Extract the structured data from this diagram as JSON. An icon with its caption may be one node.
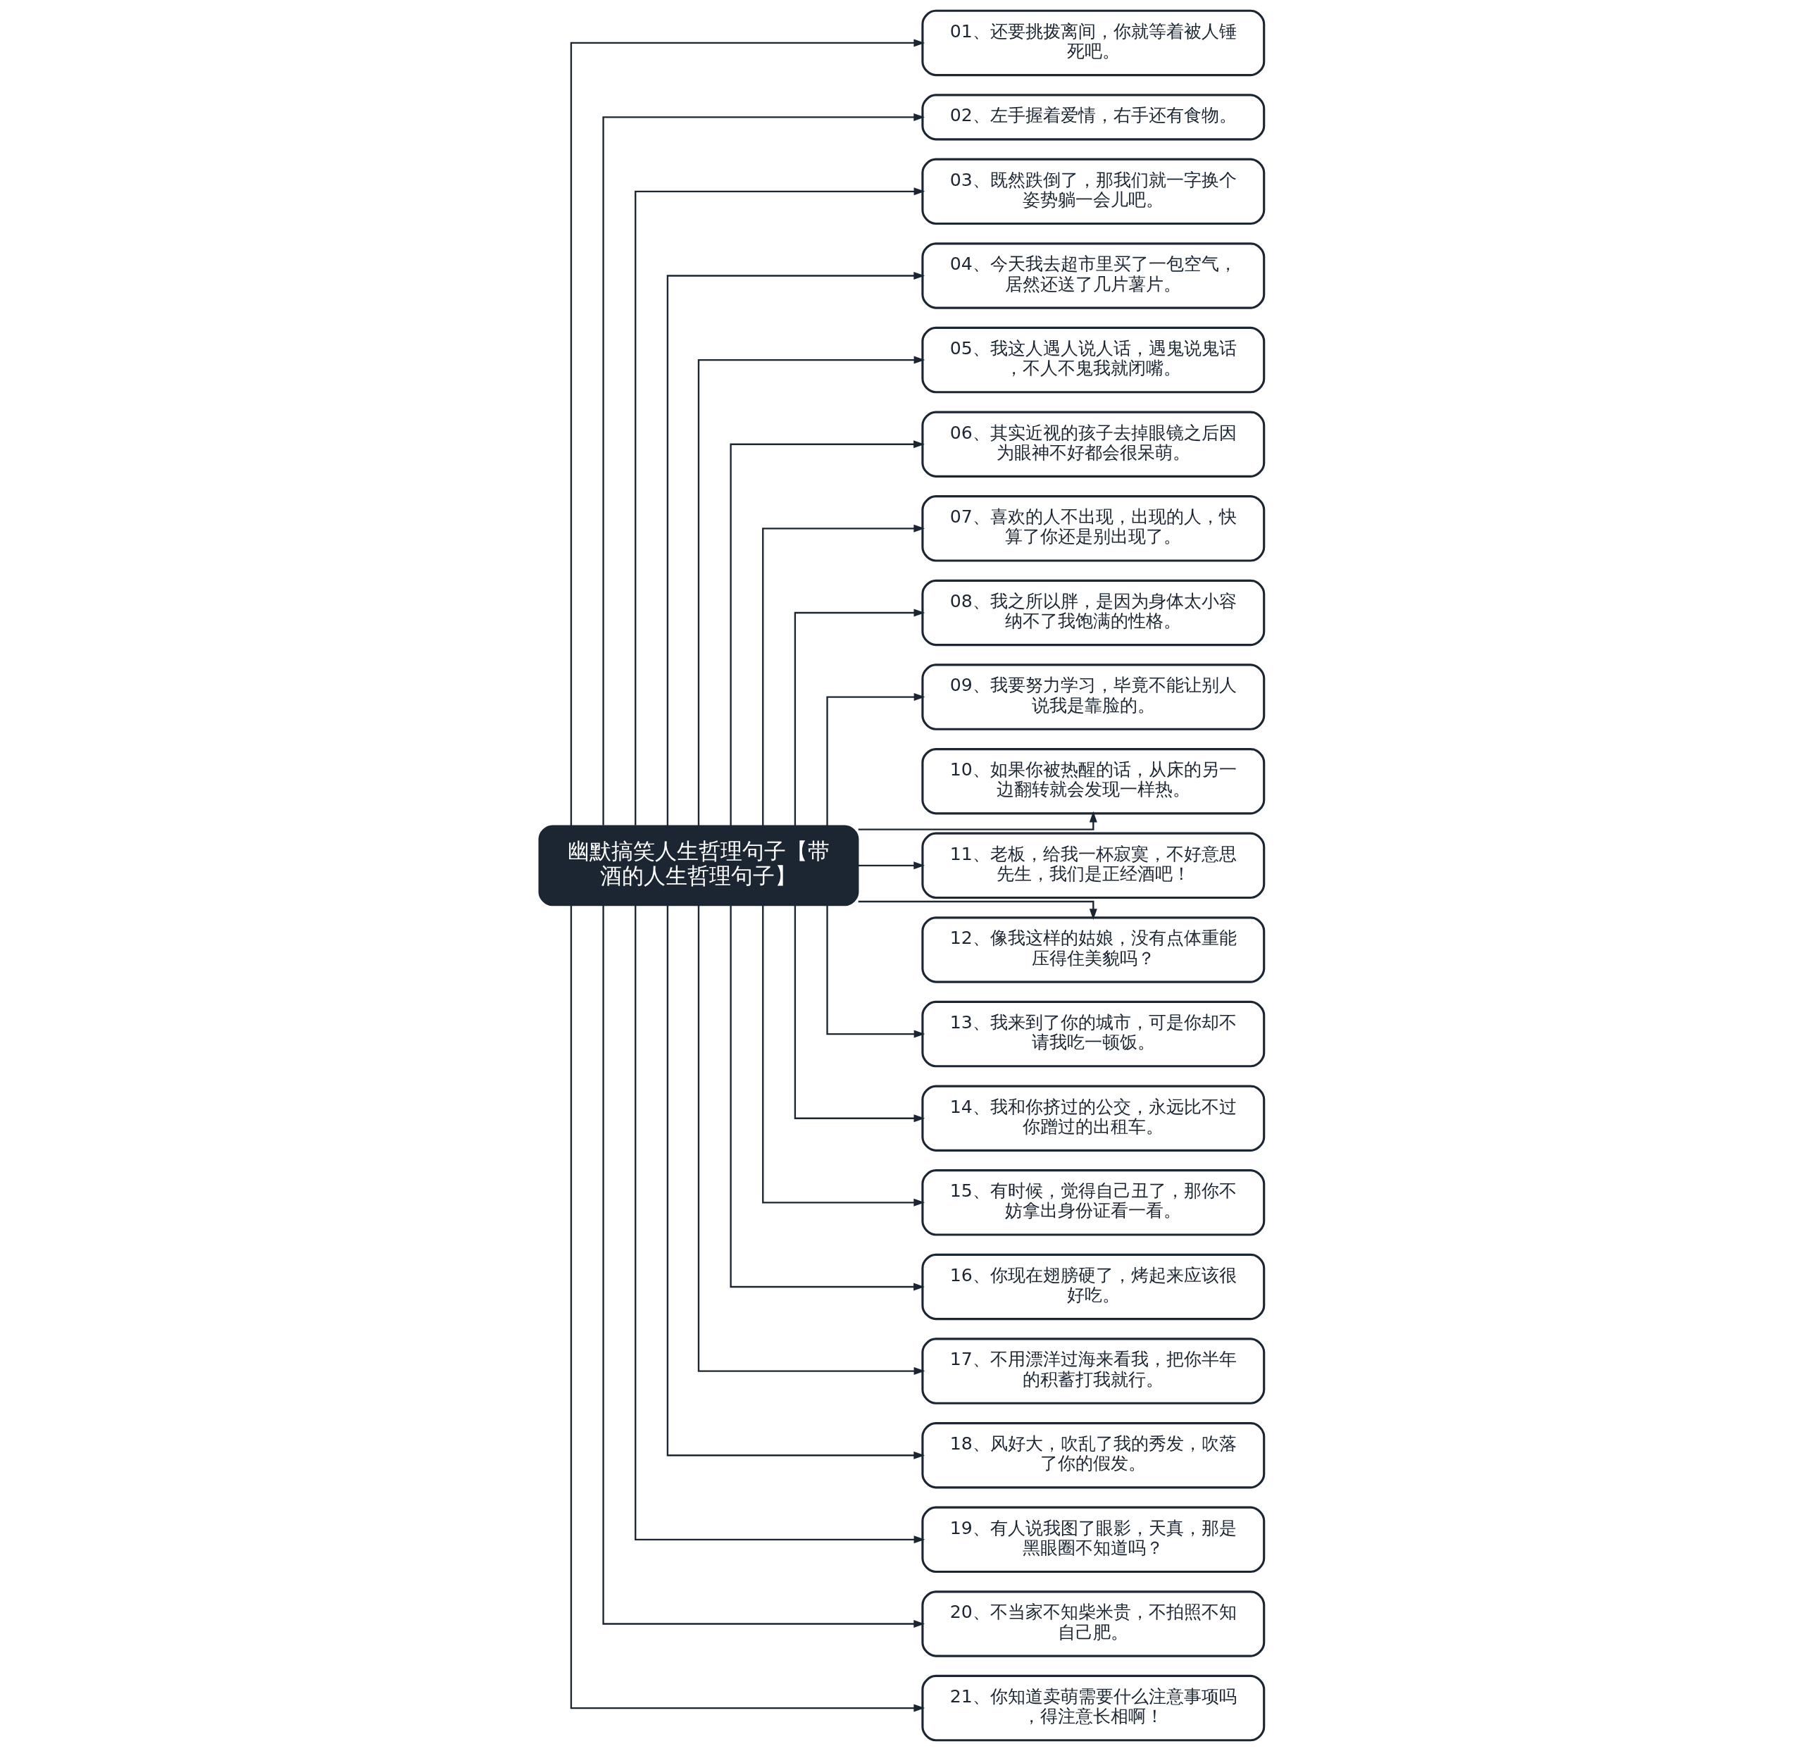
{
  "diagram": {
    "nodes": [
      {
        "text": [
          "幽默搞笑人生哲理句子【带酒的人生哲理句子】"
        ]
      },
      {
        "text": [
          "01、还要挑拨离间，你就等着被人锤死吧。"
        ]
      },
      {
        "text": [
          "02、左手握着爱情，右手还有食物。"
        ]
      },
      {
        "text": [
          "03、既然跌倒了，那我们就一字换个姿势躺一会儿吧。"
        ]
      },
      {
        "text": [
          "04、今天我去超市里买了一包空气，居然还送了几片薯片。"
        ]
      },
      {
        "text": [
          "05、我这人遇人说人话，遇鬼说鬼话，不人不鬼我就闭嘴。"
        ]
      },
      {
        "text": [
          "06、其实近视的孩子去掉眼镜之后因为眼神不好都会很呆萌。"
        ]
      },
      {
        "text": [
          "07、喜欢的人不出现，出现的人，快算了你还是别出现了。"
        ]
      },
      {
        "text": [
          "08、我之所以胖，是因为身体太小容纳不了我饱满的性格。"
        ]
      },
      {
        "text": [
          "09、我要努力学习，毕竟不能让别人说我是靠脸的。"
        ]
      },
      {
        "text": [
          "10、如果你被热醒的话，从床的另一边翻转就会发现一样热。"
        ]
      },
      {
        "text": [
          "11、老板，给我一杯寂寞，不好意思先生，我们是正经酒吧！"
        ]
      },
      {
        "text": [
          "12、像我这样的姑娘，没有点体重能压得住美貌吗？"
        ]
      },
      {
        "text": [
          "13、我来到了你的城市，可是你却不请我吃一顿饭。"
        ]
      },
      {
        "text": [
          "14、我和你挤过的公交，永远比不过你蹭过的出租车。"
        ]
      },
      {
        "text": [
          "15、有时候，觉得自己丑了，那你不妨拿出身份证看一看。"
        ]
      },
      {
        "text": [
          "16、你现在翅膀硬了，烤起来应该很好吃。"
        ]
      },
      {
        "text": [
          "17、不用漂洋过海来看我，把你半年的积蓄打我就行。"
        ]
      },
      {
        "text": [
          "18、风好大，吹乱了我的秀发，吹落了你的假发。"
        ]
      },
      {
        "text": [
          "19、有人说我图了眼影，天真，那是黑眼圈不知道吗？"
        ]
      },
      {
        "text": [
          "20、不当家不知柴米贵，不拍照不知自己肥。"
        ]
      },
      {
        "text": [
          "21、你知道卖萌需要什么注意事项吗，得注意长相啊！"
        ]
      }
    ],
    "edges": [
      {
        "from": 0,
        "to": 1,
        "arrow": "to"
      },
      {
        "from": 0,
        "to": 2,
        "arrow": "to"
      },
      {
        "from": 0,
        "to": 3,
        "arrow": "to"
      },
      {
        "from": 0,
        "to": 4,
        "arrow": "to"
      },
      {
        "from": 0,
        "to": 5,
        "arrow": "to"
      },
      {
        "from": 0,
        "to": 6,
        "arrow": "to"
      },
      {
        "from": 0,
        "to": 7,
        "arrow": "to"
      },
      {
        "from": 0,
        "to": 8,
        "arrow": "to"
      },
      {
        "from": 0,
        "to": 9,
        "arrow": "to"
      },
      {
        "from": 0,
        "to": 10,
        "arrow": "to"
      },
      {
        "from": 0,
        "to": 11,
        "arrow": "to"
      },
      {
        "from": 0,
        "to": 12,
        "arrow": "to"
      },
      {
        "from": 0,
        "to": 13,
        "arrow": "to"
      },
      {
        "from": 0,
        "to": 14,
        "arrow": "to"
      },
      {
        "from": 0,
        "to": 15,
        "arrow": "to"
      },
      {
        "from": 0,
        "to": 16,
        "arrow": "to"
      },
      {
        "from": 0,
        "to": 17,
        "arrow": "to"
      },
      {
        "from": 0,
        "to": 18,
        "arrow": "to"
      },
      {
        "from": 0,
        "to": 19,
        "arrow": "to"
      },
      {
        "from": 0,
        "to": 20,
        "arrow": "to"
      },
      {
        "from": 0,
        "to": 21,
        "arrow": "to"
      }
    ]
  }
}
